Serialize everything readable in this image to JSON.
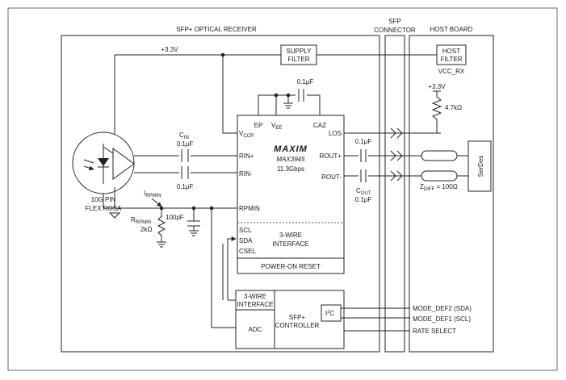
{
  "sections": {
    "sfp_receiver": "SFP+ OPTICAL RECEIVER",
    "sfp_connector_1": "SFP",
    "sfp_connector_2": "CONNECTOR",
    "host_board": "HOST BOARD"
  },
  "supply": {
    "rail": "+3.3V",
    "supply_filter_1": "SUPPLY",
    "supply_filter_2": "FILTER",
    "host_filter_1": "HOST",
    "host_filter_2": "FILTER",
    "vcc_rx": "VCC_RX",
    "host_rail": "+3.3V",
    "pullup": "4.7kΩ"
  },
  "chip": {
    "logo": "MAXIM",
    "part": "MAX3945",
    "rate": "11.3Gbps",
    "pins": {
      "ep": "EP",
      "vee": "V",
      "vee_sub": "EE",
      "caz": "CAZ",
      "vccr": "V",
      "vccr_sub": "CCR",
      "los": "LOS",
      "rin_p": "RIN+",
      "rin_n": "RIN-",
      "rout_p": "ROUT+",
      "rout_n": "ROUT-",
      "rpmin": "RPMIN",
      "scl": "SCL",
      "sda": "SDA",
      "csel": "CSEL"
    },
    "wire3_1": "3-WIRE",
    "wire3_2": "INTERFACE",
    "por": "POWER-ON RESET"
  },
  "components": {
    "caz_cap": "0.1μF",
    "cin": "C",
    "cin_sub": "IN",
    "cin_val": "0.1μF",
    "cin2_val": "0.1μF",
    "cout_top": "0.1μF",
    "cout": "C",
    "cout_sub": "OUT",
    "cout_val": "0.1μF",
    "irpmin": "I",
    "irpmin_sub": "RPMIN",
    "rrpmin": "R",
    "rrpmin_sub": "RPMIN",
    "rrpmin_val": "2kΩ",
    "cap100": "100pF",
    "rosa_1": "10G PIN",
    "rosa_2": "FLEX ROSA",
    "zdiff": "Z",
    "zdiff_sub": "DIFF",
    "zdiff_val": " = 100Ω",
    "serdes": "SerDes"
  },
  "controller": {
    "wire3_1": "3-WIRE",
    "wire3_2": "INTERFACE",
    "adc": "ADC",
    "name_1": "SFP+",
    "name_2": "CONTROLLER",
    "i2c": "I",
    "i2c_sup": "2",
    "i2c_end": "C"
  },
  "signals": {
    "sda": "MODE_DEF2 (SDA)",
    "scl": "MODE_DEF1 (SCL)",
    "rate": "RATE SELECT"
  }
}
